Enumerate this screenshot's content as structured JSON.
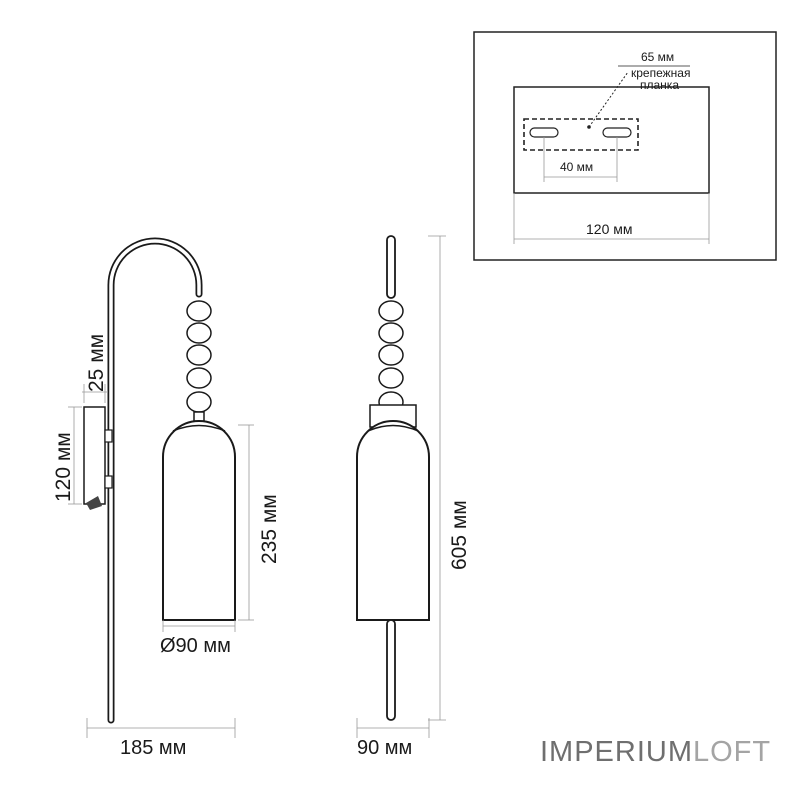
{
  "inset": {
    "plate_width_label": "65 мм",
    "plate_name_line1": "крепежная",
    "plate_name_line2": "планка",
    "hole_spacing_label": "40 мм",
    "base_width_label": "120 мм"
  },
  "side_view": {
    "base_height_label": "120 мм",
    "base_depth_label": "25 мм",
    "shade_height_label": "235 мм",
    "shade_diameter_label": "Ø90 мм",
    "depth_label": "185 мм"
  },
  "front_view": {
    "height_label": "605 мм",
    "width_label": "90 мм"
  },
  "logo": {
    "part1": "IMPERIUM",
    "part2": "LOFT"
  }
}
